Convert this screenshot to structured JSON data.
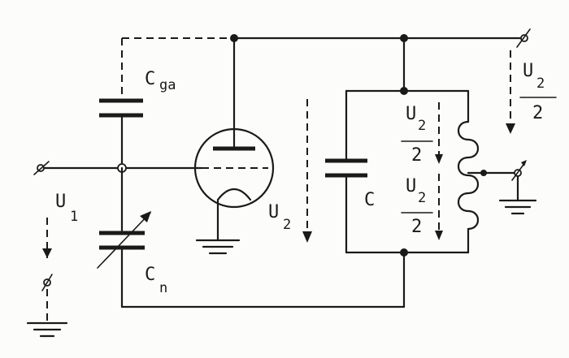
{
  "diagram": {
    "labels": {
      "c_ga": "C",
      "c_ga_sub": "ga",
      "c_n": "C",
      "c_n_sub": "n",
      "u1": "U",
      "u1_sub": "1",
      "u2_mid": "U",
      "u2_mid_sub": "2",
      "c": "C",
      "u2_top_num": "U",
      "u2_top_num_sub": "2",
      "u2_top_den": "2",
      "u2_bot_num": "U",
      "u2_bot_num_sub": "2",
      "u2_bot_den": "2",
      "u2_right_num": "U",
      "u2_right_num_sub": "2",
      "u2_right_den": "2"
    }
  }
}
